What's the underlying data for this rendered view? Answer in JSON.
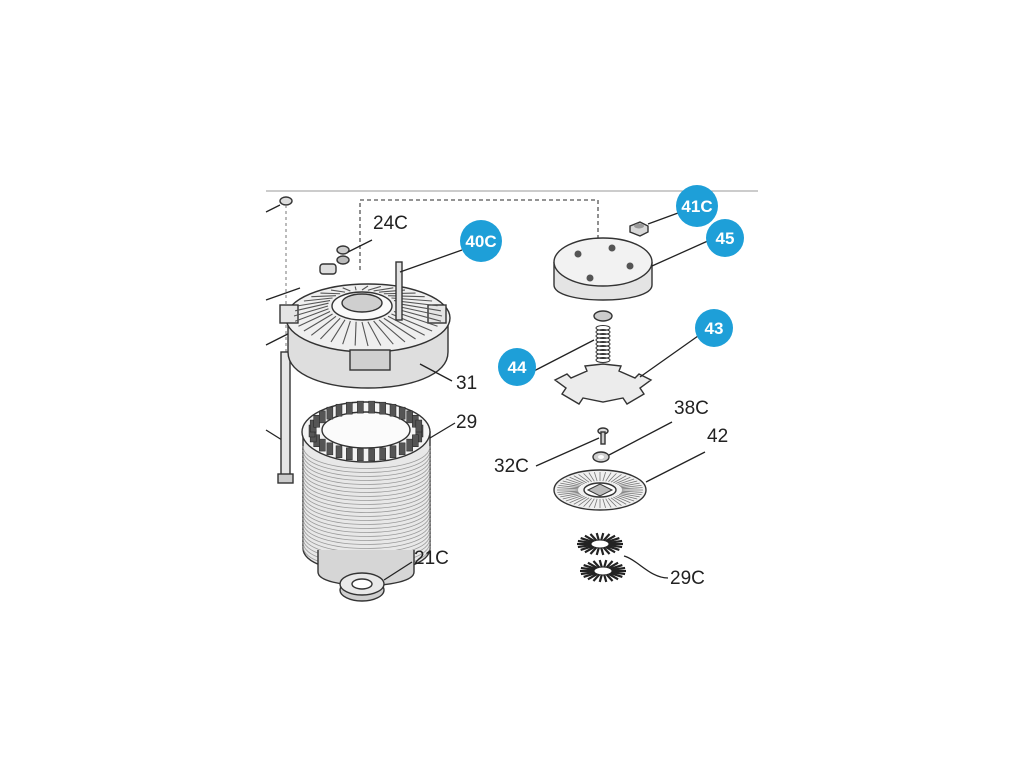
{
  "diagram": {
    "accent_color": "#1e9fd8",
    "labels": {
      "l24c": "24C",
      "l31": "31",
      "l29": "29",
      "l21c": "21C",
      "l38c": "38C",
      "l42": "42",
      "l32c": "32C",
      "l29c": "29C"
    },
    "badges": {
      "b40c": "40C",
      "b41c": "41C",
      "b45": "45",
      "b43": "43",
      "b44": "44"
    }
  }
}
